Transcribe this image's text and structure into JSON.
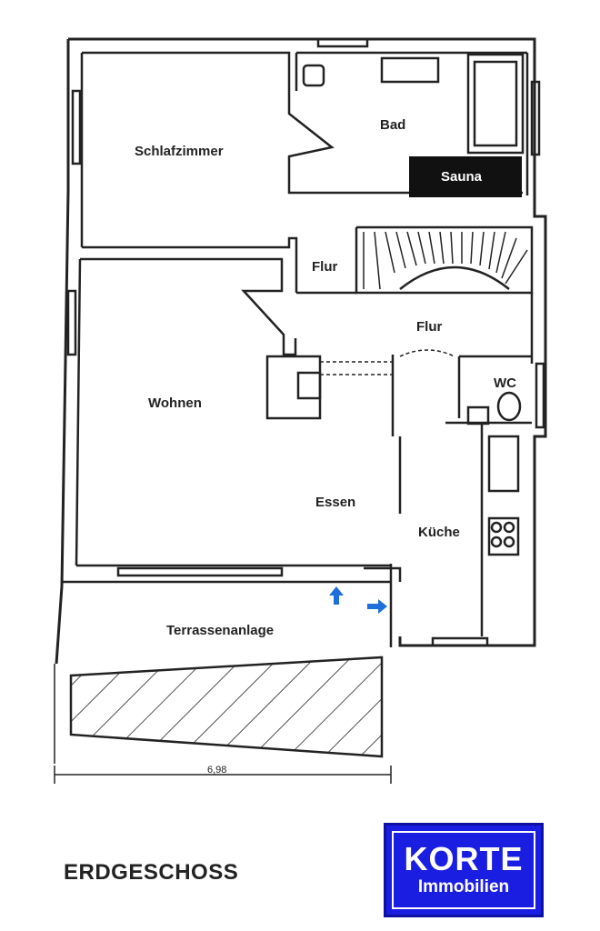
{
  "rooms": {
    "schlafzimmer": "Schlafzimmer",
    "bad": "Bad",
    "sauna": "Sauna",
    "flur_upper": "Flur",
    "flur_lower": "Flur",
    "wc": "WC",
    "wohnen": "Wohnen",
    "essen": "Essen",
    "kueche": "Küche",
    "terrasse": "Terrassenanlage"
  },
  "dimension": "6,98",
  "floor_title": "ERDGESCHOSS",
  "logo": {
    "main": "KORTE",
    "sub": "Immobilien"
  },
  "colors": {
    "wall": "#222222",
    "arrow": "#1e6fd9",
    "logo_bg": "#1a1ee0",
    "sauna_bg": "#111111"
  }
}
